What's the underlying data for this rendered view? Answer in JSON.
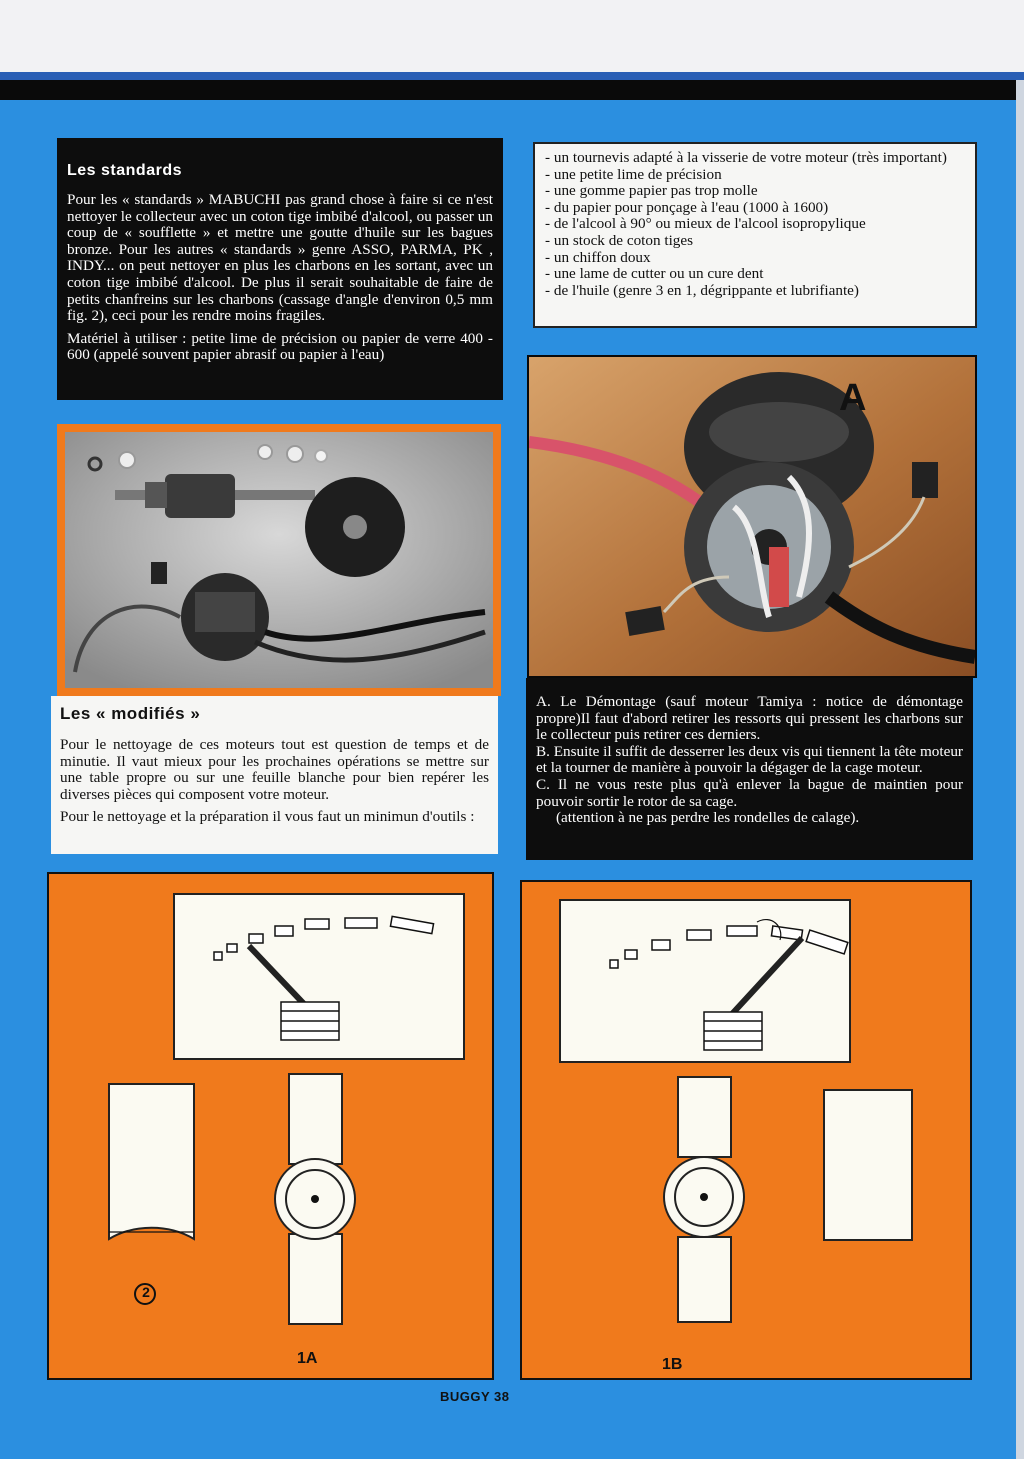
{
  "standards": {
    "heading": "Les standards",
    "p1": "Pour les « standards » MABUCHI pas grand chose à faire si ce n'est nettoyer le collecteur avec un coton tige imbibé d'alcool, ou passer un coup de « soufflette » et mettre une goutte d'huile sur les bagues bronze. Pour les autres « standards » genre ASSO, PARMA, PK , INDY... on peut nettoyer en plus les charbons en les sortant, avec un coton tige imbibé d'alcool. De plus il serait souhaitable de faire de petits chanfreins sur les charbons (cassage d'angle d'environ 0,5 mm fig. 2), ceci pour les rendre moins fragiles.",
    "p2": "Matériel à utiliser : petite lime de précision ou papier de verre 400 - 600 (appelé souvent papier abrasif ou papier à l'eau)"
  },
  "tools_list": {
    "items": [
      "un tournevis adapté à la visserie de votre moteur (très important)",
      "une petite lime de précision",
      "une gomme papier pas trop molle",
      "du papier pour ponçage à l'eau (1000 à 1600)",
      "de l'alcool à 90° ou mieux de l'alcool isopropylique",
      "un stock de coton tiges",
      "un chiffon doux",
      "une lame de cutter ou un cure dent",
      "de l'huile (genre 3 en 1, dégrippante et lubrifiante)"
    ]
  },
  "photo_a": {
    "label": "A"
  },
  "modifies": {
    "heading": "Les « modifiés »",
    "p1": "Pour le nettoyage de ces moteurs tout est question de temps et de minutie. Il vaut mieux pour les prochaines opérations se mettre sur une table propre ou sur une feuille blanche pour bien repérer les diverses pièces qui composent votre moteur.",
    "p2": "Pour le nettoyage et la préparation il vous faut un minimun d'outils :"
  },
  "caption_a": {
    "a": "A. Le Démontage (sauf moteur Tamiya : notice de démontage propre)Il faut d'abord retirer les ressorts qui pressent les charbons sur le collecteur puis retirer ces derniers.",
    "b": "B. Ensuite il suffit de desserrer les deux vis qui tiennent la tête moteur et la tourner de manière à pouvoir la dégager de la cage moteur.",
    "c": "C. Il ne vous reste plus qu'à enlever la bague de maintien pour pouvoir sortir le rotor de sa cage.",
    "note": "(attention à ne pas perdre les rondelles de calage)."
  },
  "fig_1a": {
    "label": "1A",
    "fig2": "2"
  },
  "fig_1b": {
    "label": "1B"
  },
  "footer": {
    "page": "BUGGY 38"
  },
  "colors": {
    "background": "#2b8fe0",
    "orange": "#f07a1c",
    "black": "#0d0d0d"
  }
}
